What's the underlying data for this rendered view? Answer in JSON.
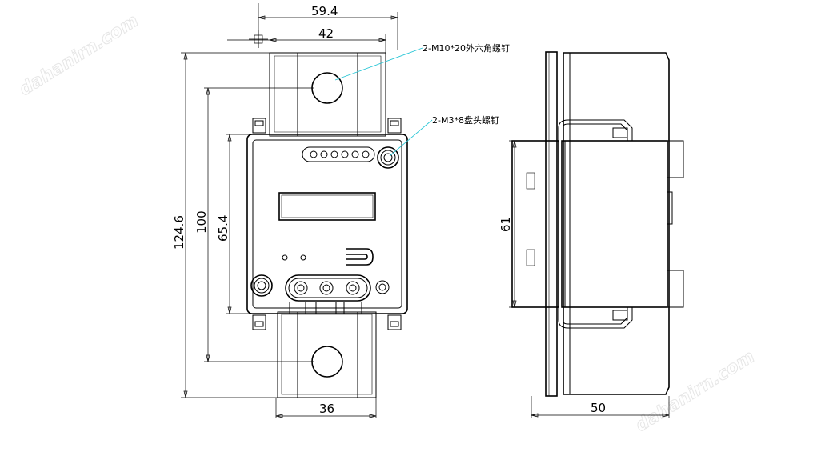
{
  "front_view": {
    "width_overall": "59.4",
    "width_body": "42",
    "height_overall": "124.6",
    "hole_spacing": "100",
    "body_height": "65.4",
    "busbar_width": "36"
  },
  "side_view": {
    "body_depth": "61",
    "width": "50"
  },
  "callouts": {
    "hex_bolt": "2-M10*20外六角螺钉",
    "pan_screw": "2-M3*8盘头螺钉"
  },
  "watermarks": {
    "top_left": "dahanirn.com",
    "bottom_right": "dahanirn.com"
  }
}
